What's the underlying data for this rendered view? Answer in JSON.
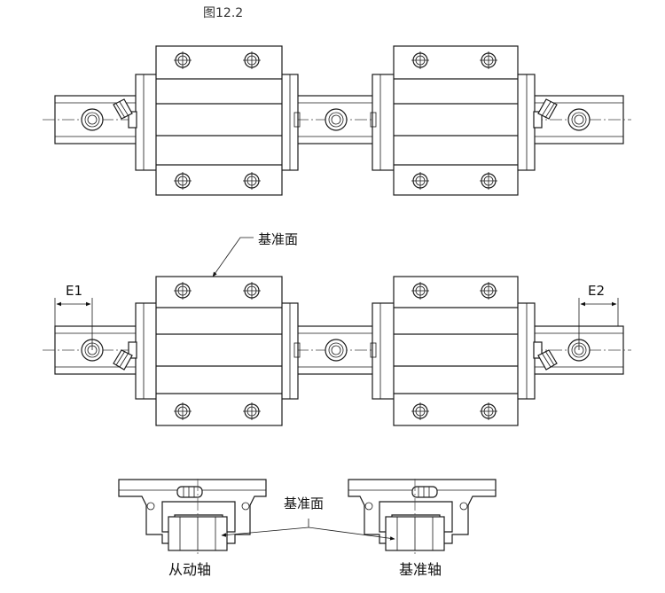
{
  "figure": {
    "title": "图12.2"
  },
  "labels": {
    "reference_face_top": "基准面",
    "reference_face_bottom": "基准面",
    "e1": "E1",
    "e2": "E2",
    "driven_axis": "从动轴",
    "reference_axis": "基准轴"
  }
}
